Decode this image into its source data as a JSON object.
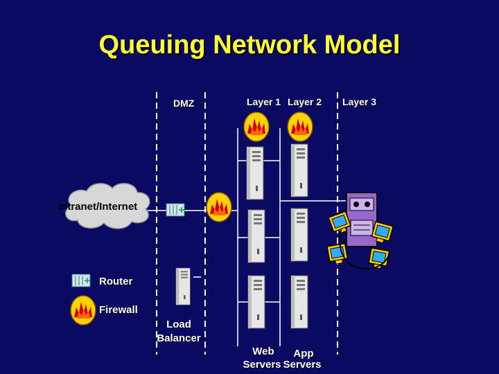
{
  "title": "Queuing Network Model",
  "zones": {
    "dmz": "DMZ",
    "layer1": "Layer 1",
    "layer2": "Layer 2",
    "layer3": "Layer 3"
  },
  "cloud_label": "Intranet/Internet",
  "legend": {
    "router": "Router",
    "firewall": "Firewall"
  },
  "load_balancer": {
    "line1": "Load",
    "line2": "Balancer"
  },
  "web_servers": {
    "line1": "Web",
    "line2": "Servers"
  },
  "app_servers": {
    "line1": "App",
    "line2": "Servers"
  },
  "colors": {
    "background": "#0a0a63",
    "title": "#ffff33",
    "firewall_fill": "#ffd200",
    "firewall_flame": "#d40000",
    "server": "#e8e8e8",
    "database": "#9966cc"
  },
  "icons": [
    "cloud-icon",
    "router-icon",
    "firewall-icon",
    "server-icon",
    "database-icon",
    "computer-icon"
  ]
}
